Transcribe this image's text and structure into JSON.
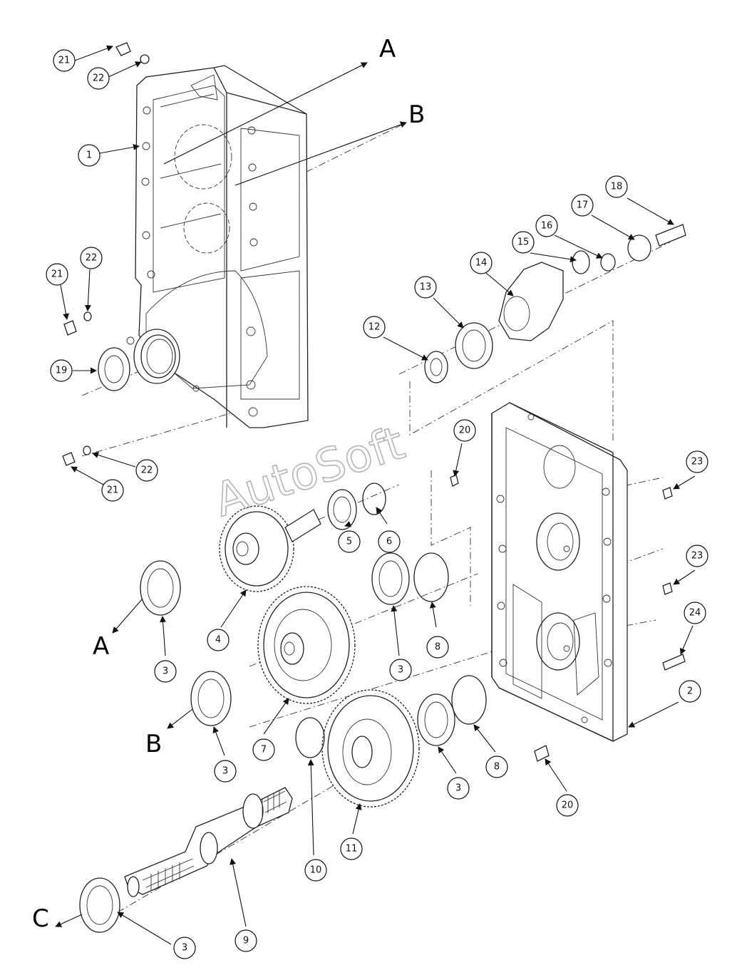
{
  "diagram": {
    "watermark": "AutoSoft",
    "section_letters": {
      "a_top": "A",
      "b_top": "B",
      "a_left": "A",
      "b_left": "B",
      "c_left": "C"
    },
    "callouts": {
      "c1": "1",
      "c2": "2",
      "c3a": "3",
      "c3b": "3",
      "c3c": "3",
      "c3d": "3",
      "c3e": "3",
      "c4": "4",
      "c5": "5",
      "c6": "6",
      "c7": "7",
      "c8a": "8",
      "c8b": "8",
      "c9": "9",
      "c10": "10",
      "c11": "11",
      "c12": "12",
      "c13": "13",
      "c14": "14",
      "c15": "15",
      "c16": "16",
      "c17": "17",
      "c18": "18",
      "c19": "19",
      "c20a": "20",
      "c20b": "20",
      "c21a": "21",
      "c21b": "21",
      "c21c": "21",
      "c22a": "22",
      "c22b": "22",
      "c22c": "22",
      "c23a": "23",
      "c23b": "23",
      "c24": "24"
    }
  }
}
